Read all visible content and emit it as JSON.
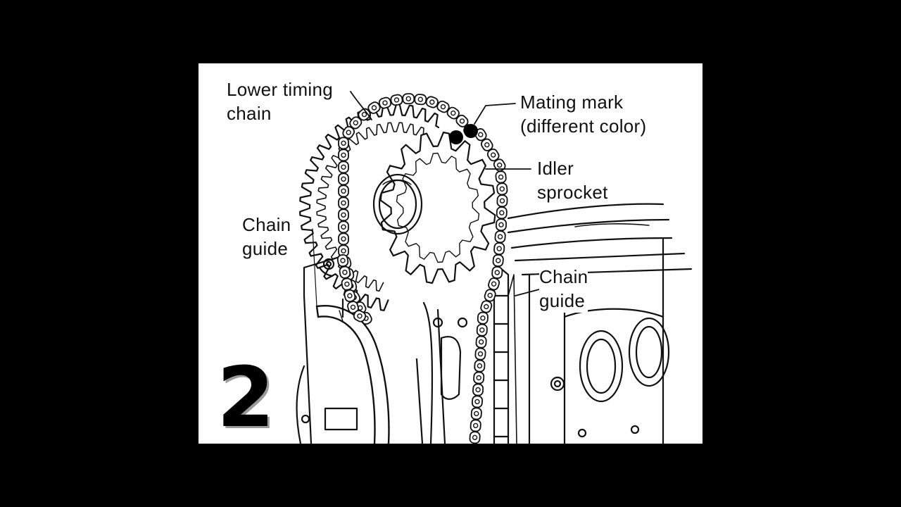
{
  "diagram": {
    "labels": {
      "lower_timing_chain": [
        "Lower timing",
        "chain"
      ],
      "mating_mark": [
        "Mating mark",
        "(different color)"
      ],
      "idler_sprocket": [
        "Idler",
        "sprocket"
      ],
      "chain_guide_left": [
        "Chain",
        "guide"
      ],
      "chain_guide_right": [
        "Chain",
        "guide"
      ]
    },
    "step_number": "2"
  },
  "colors": {
    "background": "#000000",
    "panel": "#ffffff",
    "ink": "#111111"
  }
}
